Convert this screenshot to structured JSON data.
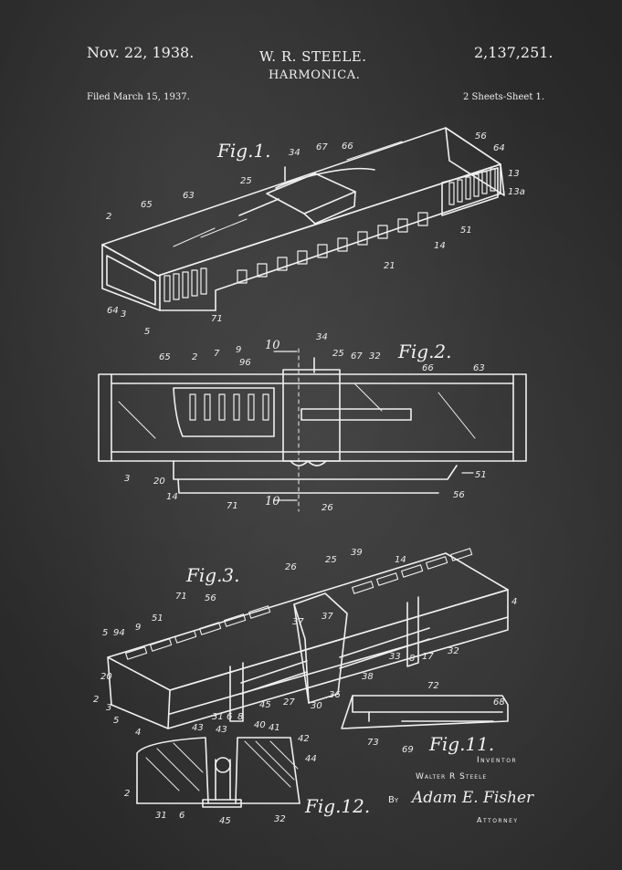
{
  "header": {
    "date": "Nov. 22, 1938.",
    "inventor": "W. R. STEELE.",
    "title": "HARMONICA.",
    "patent_number": "2,137,251.",
    "filed": "Filed March 15, 1937.",
    "sheets": "2 Sheets-Sheet 1."
  },
  "figures": {
    "fig1": "Fig.1.",
    "fig2": "Fig.2.",
    "fig3": "Fig.3.",
    "fig11": "Fig.11.",
    "fig12": "Fig.12."
  },
  "section_marks": {
    "top": "10",
    "bottom": "10"
  },
  "signature": {
    "inventor_label": "Inventor",
    "inventor_signature": "Walter R Steele",
    "by": "By",
    "attorney_signature": "Adam E. Fisher",
    "attorney_label": "Attorney"
  }
}
